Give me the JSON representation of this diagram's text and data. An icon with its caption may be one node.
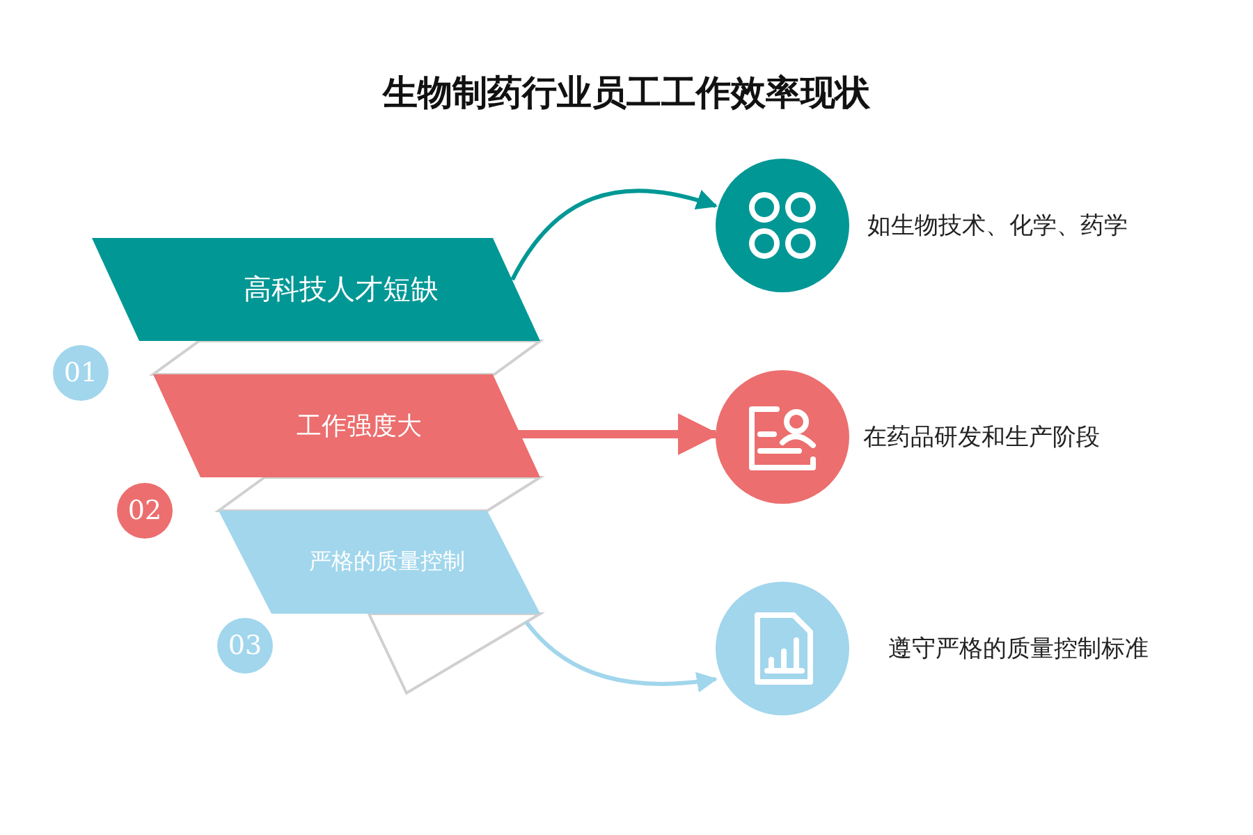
{
  "diagram": {
    "title": "生物制药行业员工工作效率现状",
    "nodes": [
      {
        "text": [
          "高科技人才短缺"
        ]
      },
      {
        "text": [
          "01"
        ]
      },
      {
        "text": [
          "工作强度大"
        ]
      },
      {
        "text": [
          "02"
        ]
      },
      {
        "text": [
          "严格的质量控制"
        ]
      },
      {
        "text": [
          "03"
        ]
      },
      {
        "text": [],
        "shape": "circle",
        "beside": [
          "如生物技术、化学、药学"
        ]
      },
      {
        "text": [],
        "shape": "circle",
        "beside": [
          "在药品研发和生产阶段"
        ]
      },
      {
        "text": [],
        "shape": "circle",
        "beside": [
          "遵守严格的质量控制标准"
        ]
      }
    ],
    "edges": [
      {
        "from": 0,
        "to": 6,
        "arrow": "to",
        "color": "#009795"
      },
      {
        "from": 2,
        "to": 7,
        "arrow": "to",
        "style": "thick",
        "color": "#ec6e6e"
      },
      {
        "from": 4,
        "to": 8,
        "arrow": "to",
        "color": "#a1d6ec"
      }
    ]
  }
}
